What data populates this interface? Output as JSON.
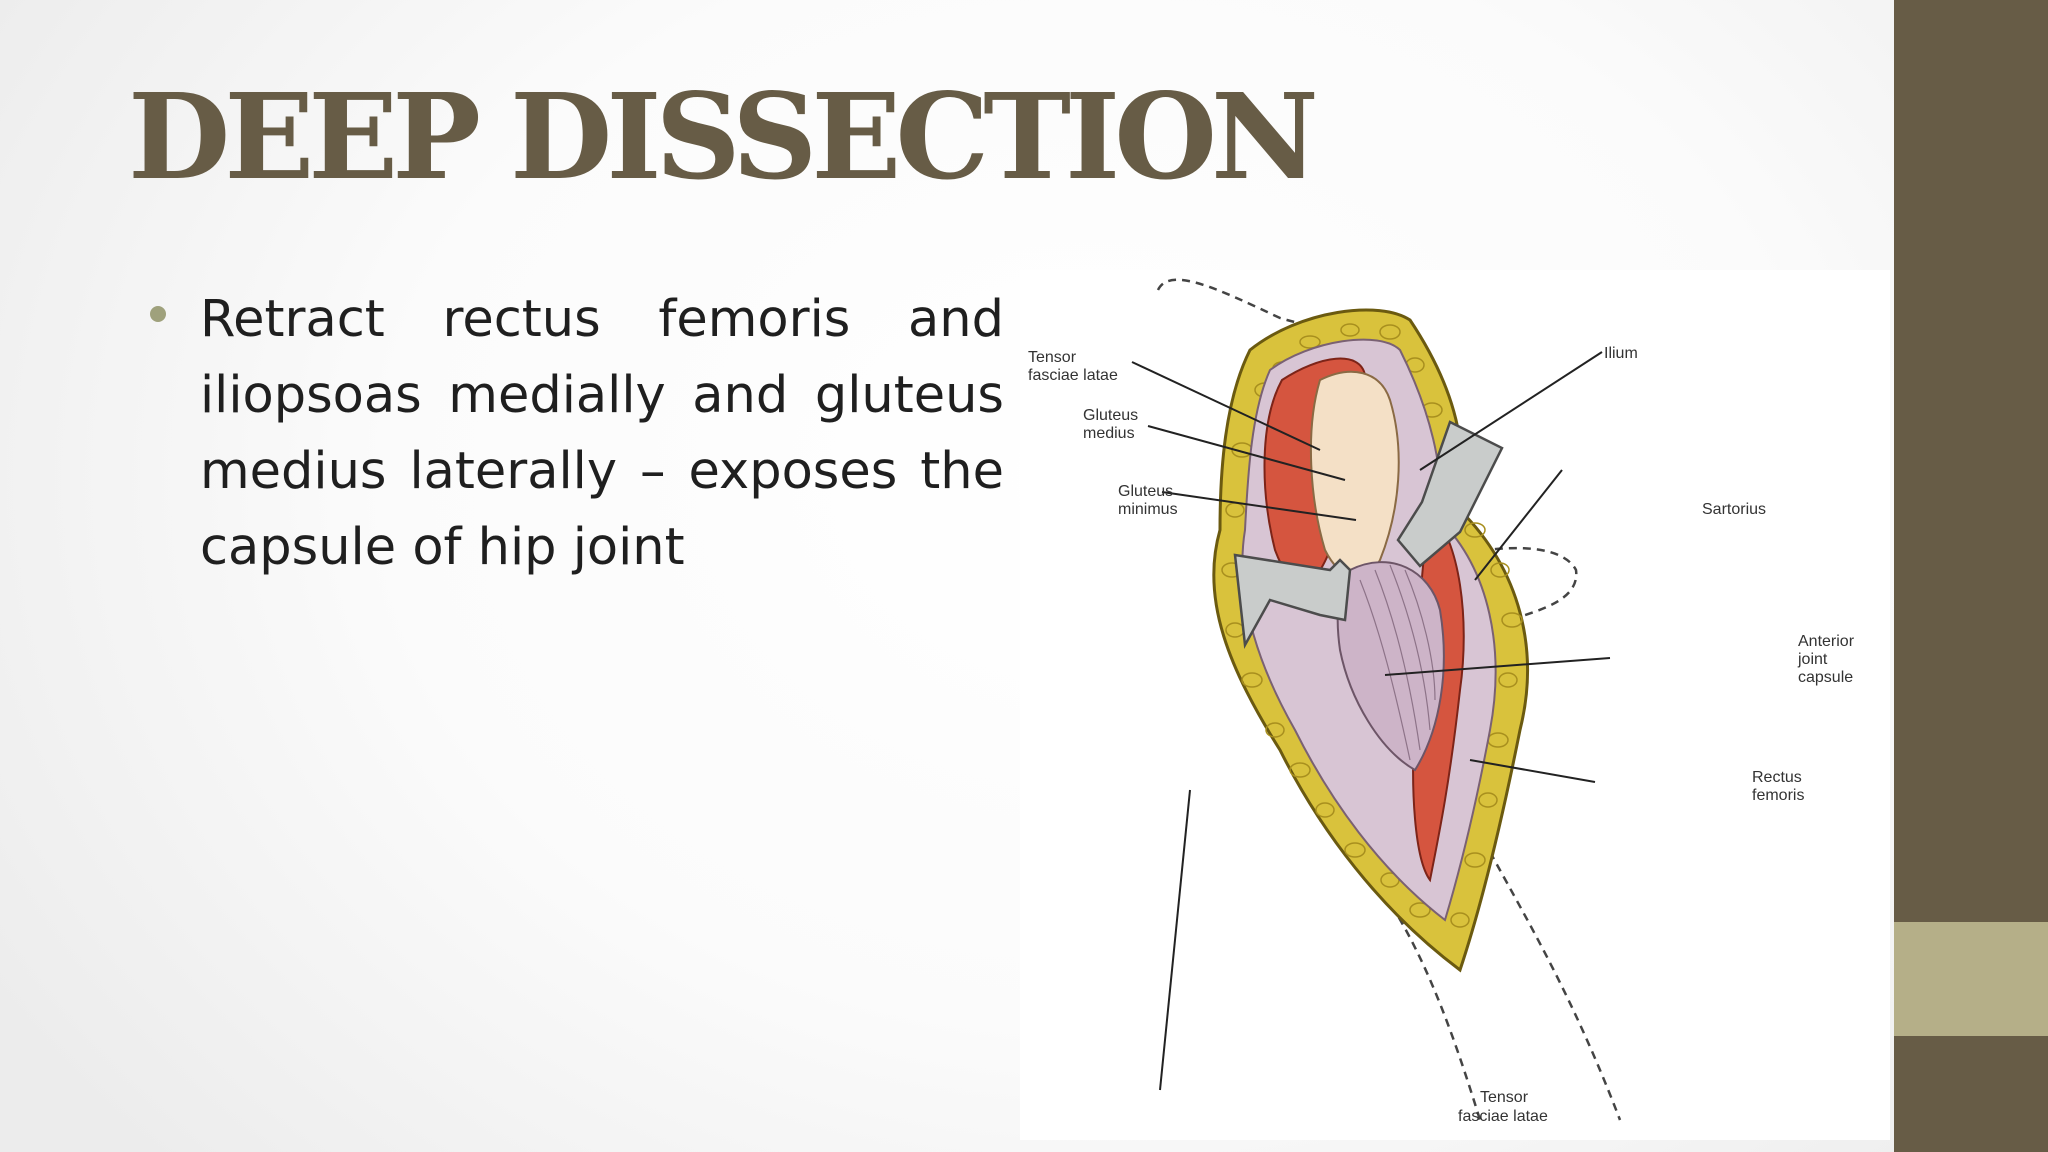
{
  "slide": {
    "title": "DEEP DISSECTION",
    "bullets": [
      "Retract rectus femoris and iliopsoas medially and gluteus medius laterally – exposes the capsule of hip joint"
    ]
  },
  "figure": {
    "labels": {
      "tensor_top_1": "Tensor",
      "tensor_top_2": "fasciae latae",
      "gluteus_medius_1": "Gluteus",
      "gluteus_medius_2": "medius",
      "gluteus_minimus_1": "Gluteus",
      "gluteus_minimus_2": "minimus",
      "ilium": "Ilium",
      "sartorius": "Sartorius",
      "capsule_1": "Anterior",
      "capsule_2": "joint",
      "capsule_3": "capsule",
      "rectus_1": "Rectus",
      "rectus_2": "femoris",
      "tensor_bottom_1": "Tensor",
      "tensor_bottom_2": "fasciae latae"
    }
  },
  "colors": {
    "accent_brown": "#675c46",
    "accent_tan": "#b5af88",
    "bullet_dot": "#9fa17c",
    "fat_yellow": "#d9c23c",
    "muscle_red": "#d5553f",
    "capsule_lavender": "#d8c5d4"
  }
}
